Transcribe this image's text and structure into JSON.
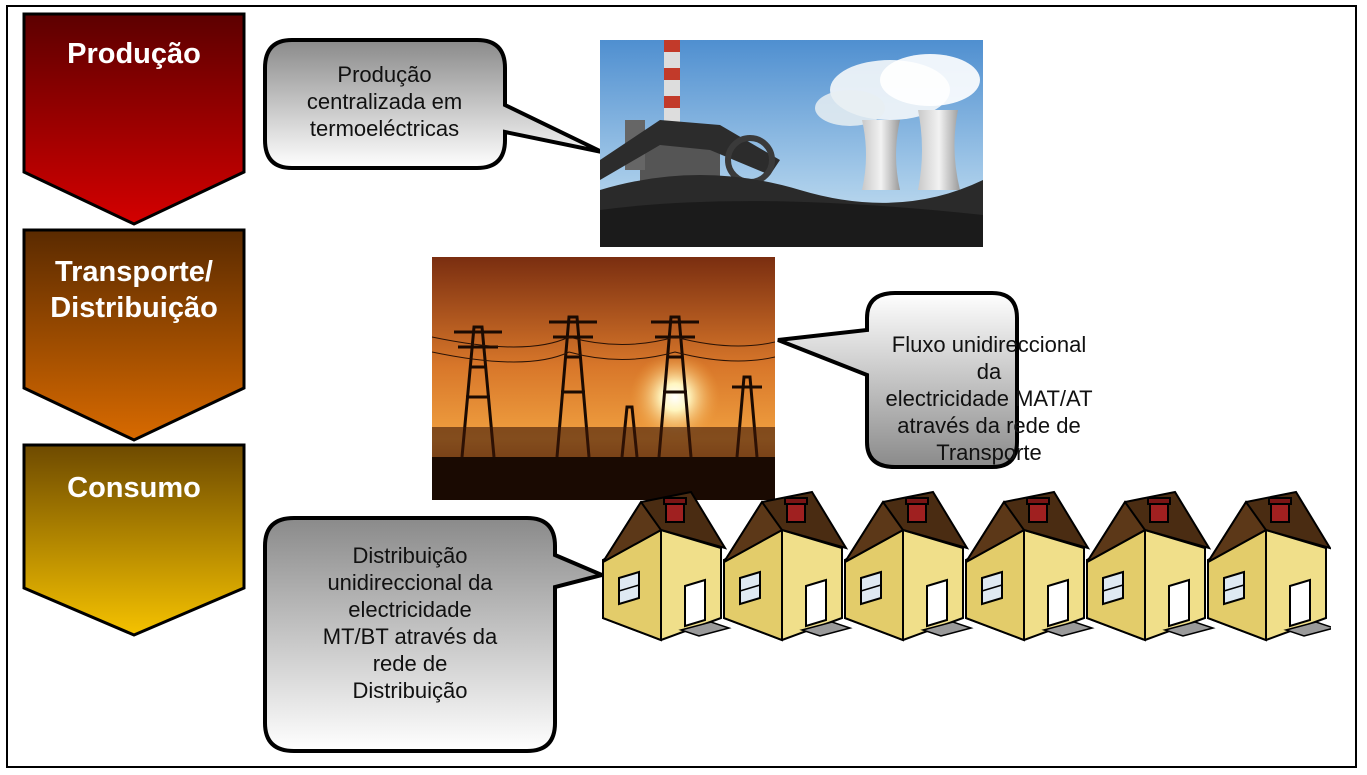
{
  "stages": [
    {
      "label": "Produção"
    },
    {
      "label": "Transporte/ Distribuição",
      "label_line1": "Transporte/",
      "label_line2": "Distribuição"
    },
    {
      "label": "Consumo"
    }
  ],
  "callouts": {
    "production": {
      "lines": [
        "Produção",
        "centralizada em",
        "termoeléctricas"
      ]
    },
    "transport": {
      "lines": [
        "Fluxo unidireccional da",
        "electricidade MAT/AT",
        "através da rede de",
        "Transporte"
      ]
    },
    "distribution": {
      "lines": [
        "Distribuição",
        "unidireccional da",
        "electricidade",
        "MT/BT através da",
        "rede de",
        "Distribuição"
      ]
    }
  },
  "colors": {
    "production": [
      "#5c0000",
      "#d40000"
    ],
    "transport": [
      "#5a2a00",
      "#d86a00"
    ],
    "consumption": [
      "#6e4a00",
      "#f5c200"
    ],
    "house_wall": "#f0df8a",
    "house_roof": "#4a2c12"
  },
  "houses": {
    "count": 6
  }
}
